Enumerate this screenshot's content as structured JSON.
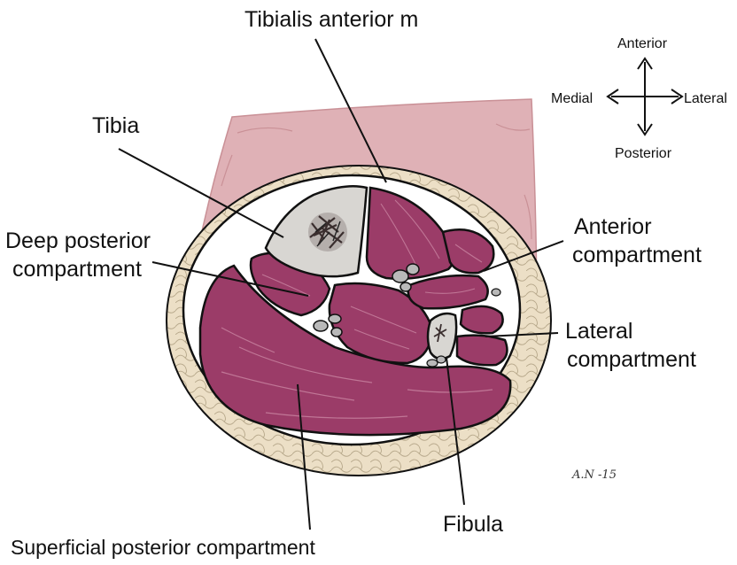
{
  "labels": {
    "tibialis_anterior": "Tibialis anterior m",
    "tibia": "Tibia",
    "deep_posterior_line1": "Deep posterior",
    "deep_posterior_line2": "compartment",
    "anterior_compartment_line1": "Anterior",
    "anterior_compartment_line2": "compartment",
    "lateral_compartment_line1": "Lateral",
    "lateral_compartment_line2": "compartment",
    "fibula": "Fibula",
    "superficial_posterior": "Superficial posterior compartment"
  },
  "compass": {
    "anterior": "Anterior",
    "posterior": "Posterior",
    "medial": "Medial",
    "lateral": "Lateral"
  },
  "signature": "A.N -15",
  "colors": {
    "skin": "#dfb1b6",
    "skin_shade": "#c99096",
    "fat": "#ecdfc6",
    "fascia": "#ffffff",
    "outline": "#111111",
    "muscle": "#9b3c68",
    "muscle_highlight": "#c07696",
    "bone": "#d8d6d2",
    "marrow": "#3a2e2e",
    "vessel": "#b9b9b9"
  }
}
